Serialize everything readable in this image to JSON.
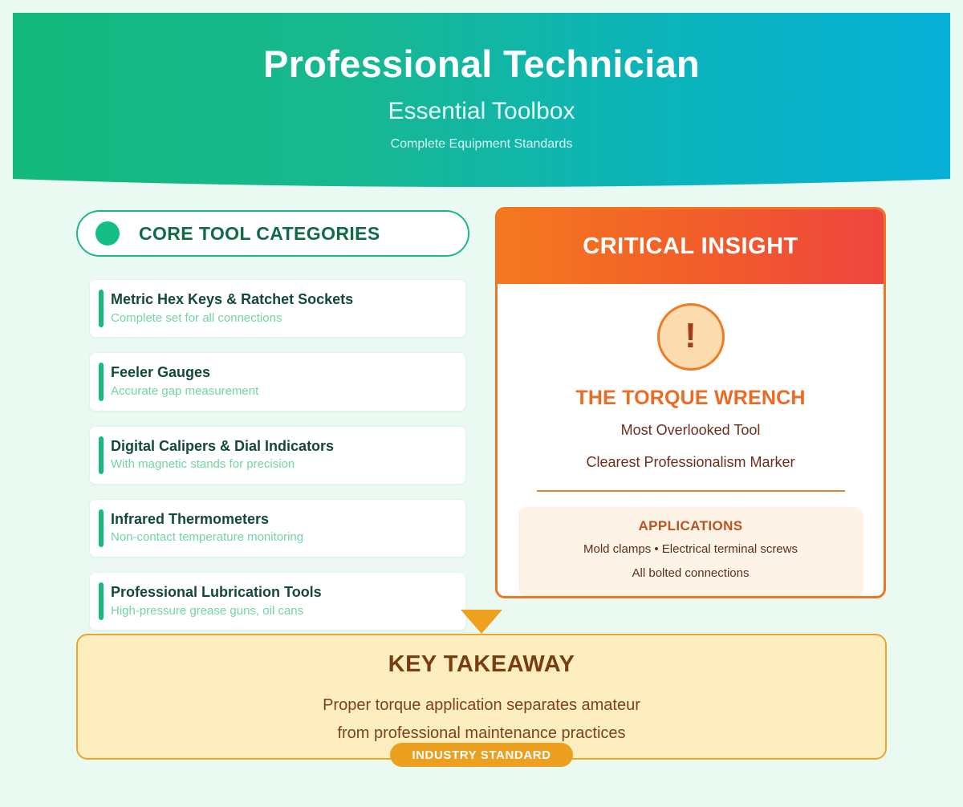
{
  "header": {
    "title": "Professional Technician",
    "subtitle": "Essential Toolbox",
    "tagline": "Complete Equipment Standards",
    "gradient_from": "#12b87c",
    "gradient_to": "#06b0d6"
  },
  "categories_section": {
    "pill_label": "CORE TOOL CATEGORIES",
    "accent_color": "#15bd86",
    "items": [
      {
        "title": "Metric Hex Keys & Ratchet Sockets",
        "subtitle": "Complete set for all connections"
      },
      {
        "title": "Feeler Gauges",
        "subtitle": "Accurate gap measurement"
      },
      {
        "title": "Digital Calipers & Dial Indicators",
        "subtitle": "With magnetic stands for precision"
      },
      {
        "title": "Infrared Thermometers",
        "subtitle": "Non-contact temperature monitoring"
      },
      {
        "title": "Professional Lubrication Tools",
        "subtitle": "High-pressure grease guns, oil cans"
      }
    ]
  },
  "insight": {
    "header_label": "CRITICAL INSIGHT",
    "header_gradient_from": "#f47920",
    "header_gradient_to": "#ee4540",
    "alert_symbol": "!",
    "title": "THE TORQUE WRENCH",
    "line_1": "Most Overlooked Tool",
    "line_2": "Clearest Professionalism Marker",
    "applications_title": "APPLICATIONS",
    "applications_line_1": "Mold clamps • Electrical terminal screws",
    "applications_line_2": "All bolted connections",
    "accent_color": "#ef7522"
  },
  "takeaway": {
    "title": "KEY TAKEAWAY",
    "line_1": "Proper torque application separates amateur",
    "line_2": "from professional maintenance practices",
    "badge_label": "INDUSTRY STANDARD",
    "background_color": "#fdeec0",
    "border_color": "#eda52a",
    "badge_color": "#eda01f"
  }
}
